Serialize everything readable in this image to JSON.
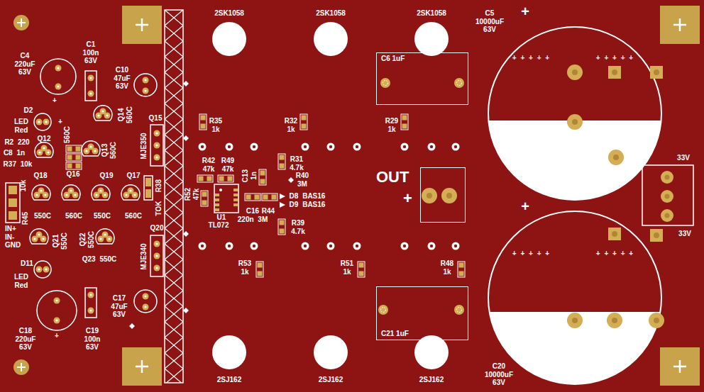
{
  "diagram": {
    "nodes": [
      {
        "text": [
          "C6 1uF"
        ]
      },
      {
        "text": [
          "OUT",
          "+"
        ]
      },
      {
        "text": [
          "C21 1uF"
        ]
      }
    ],
    "labels": [
      "2SK1058",
      "2SK1058",
      "2SK1058",
      "C5 10000uF 63V",
      "+",
      "+ + + + +",
      "+ + + + +",
      "C4 220uF 63V",
      "+",
      "C1 100n 63V",
      "C10 47uF 63V",
      "D2",
      "LED Red",
      "+",
      "Q14 560C",
      "Q15",
      "MJE350",
      "R2 220",
      "C8 1n",
      "R37 10k",
      "Q12",
      "560C",
      "Q13 560C",
      "Q16",
      "Q18",
      "Q19",
      "Q17",
      "10k",
      "R38",
      "TOK",
      "R45",
      "550C",
      "560C",
      "550C",
      "560C",
      "Q20",
      "IN+ IN- GND",
      "Q21 550C",
      "Q22 550C",
      "Q23 550C",
      "MJE340",
      "D11",
      "LED Red",
      "C17 47uF 63V",
      "C19 100n 63V",
      "+",
      "C18 220uF 63V",
      "R35 1k",
      "R32 1k",
      "R29 1k",
      "R42 47k",
      "R49 47k",
      "C13 1n",
      "R31 4.7k",
      "R40 3M",
      "R52 47k",
      "U1",
      "TL072",
      "C16",
      "R44",
      "220n 3M",
      "D8 BAS16",
      "D9 BAS16",
      "R39 4.7k",
      "R53 1k",
      "R51 1k",
      "R48 1k",
      "+",
      "+ + + + +",
      "+ + + + +",
      "33V",
      "33V",
      "C20 10000uF 63V",
      "2SJ162",
      "2SJ162",
      "2SJ162"
    ]
  }
}
